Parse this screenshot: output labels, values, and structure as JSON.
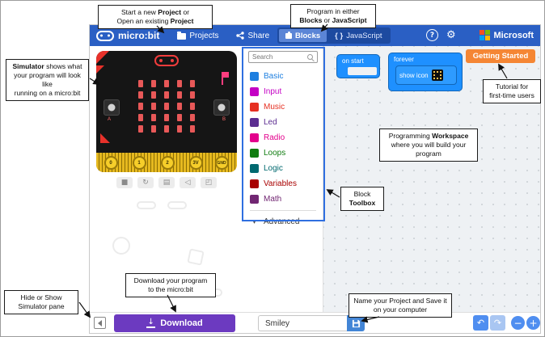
{
  "annotations": {
    "start_project": {
      "text": "Start a new **Project** or\nOpen an existing **Project**"
    },
    "program_in": {
      "text": "Program in either\n**Blocks** or **JavaScript**"
    },
    "simulator": {
      "text": "**Simulator** shows what\nyour program will look like\nrunning on a micro:bit"
    },
    "tutorial": {
      "text": "Tutorial for\nfirst-time users"
    },
    "workspace": {
      "text": "Programming **Workspace**\nwhere you will build your\nprogram"
    },
    "toolbox": {
      "text": "Block\n**Toolbox**"
    },
    "download": {
      "text": "Download your program\nto the micro:bit"
    },
    "save": {
      "text": "Name your Project and Save it\non your computer"
    },
    "hide_sim": {
      "text": "Hide or Show\nSimulator pane"
    }
  },
  "header": {
    "brand": "micro:bit",
    "projects_label": "Projects",
    "share_label": "Share",
    "blocks_label": "Blocks",
    "javascript_braces": "{ }",
    "javascript_label": "JavaScript",
    "microsoft_label": "Microsoft"
  },
  "simulator": {
    "pins": [
      "0",
      "1",
      "2",
      "3V",
      "GND"
    ],
    "button_a": "A",
    "button_b": "B",
    "led_rows": 5,
    "led_cols": 5
  },
  "toolbox": {
    "search_placeholder": "Search",
    "categories": [
      {
        "label": "Basic",
        "color": "#1E7FE0"
      },
      {
        "label": "Input",
        "color": "#C400C4"
      },
      {
        "label": "Music",
        "color": "#E63022"
      },
      {
        "label": "Led",
        "color": "#5C2D91"
      },
      {
        "label": "Radio",
        "color": "#E3008C"
      },
      {
        "label": "Loops",
        "color": "#107C10"
      },
      {
        "label": "Logic",
        "color": "#00696F"
      },
      {
        "label": "Variables",
        "color": "#A80000"
      },
      {
        "label": "Math",
        "color": "#712672"
      }
    ],
    "advanced_label": "Advanced"
  },
  "workspace": {
    "getting_started_label": "Getting Started",
    "blocks": {
      "on_start": "on start",
      "forever": "forever",
      "show_icon": "show icon"
    }
  },
  "bottom_bar": {
    "download_label": "Download",
    "project_name": "Smiley"
  },
  "icons": {
    "help": "?",
    "gear": "⚙",
    "stop": "■",
    "restart": "↻",
    "debug": "▤",
    "mute": "◁",
    "fullscreen": "◰",
    "undo": "↶",
    "redo": "↷",
    "zoom_out": "−",
    "zoom_in": "+",
    "chevron_down": "▾",
    "download_arrow": "↓"
  },
  "colors": {
    "header_blue": "#2A5FC4",
    "block_blue": "#1E90FF",
    "download_purple": "#6C3AC0",
    "getting_started_orange": "#F58634",
    "save_blue": "#4285D6",
    "highlight_blue": "#2F6FE0",
    "microsoft": {
      "red": "#F25022",
      "green": "#7FBA00",
      "blue": "#00A4EF",
      "yellow": "#FFB900"
    }
  }
}
